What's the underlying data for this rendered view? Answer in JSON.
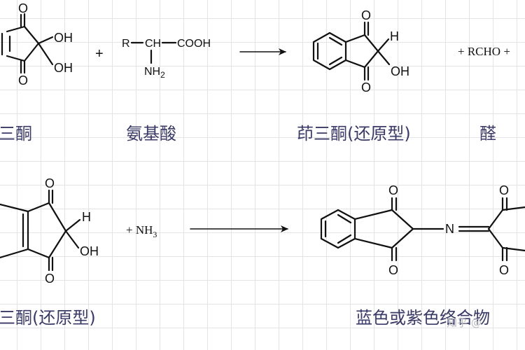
{
  "labels": {
    "top_reactant1": "三酮",
    "top_reactant2": "氨基酸",
    "top_product1": "茚三酮(还原型)",
    "top_product2": "醛",
    "bottom_reactant1": "三酮(还原型)",
    "bottom_product": "蓝色或紫色络合物"
  },
  "top_reaction": {
    "ninhydrin_oh1": "OH",
    "ninhydrin_oh2": "OH",
    "ninhydrin_o1": "O",
    "ninhydrin_o2": "O",
    "plus1": "+",
    "aa_r": "R",
    "aa_ch": "CH",
    "aa_cooh": "COOH",
    "aa_nh": "NH",
    "aa_nh_sub": "2",
    "reduced_o1": "O",
    "reduced_o2": "O",
    "reduced_h": "H",
    "reduced_oh": "OH",
    "byproducts": "+ RCHO +"
  },
  "bottom_reaction": {
    "reduced_o1": "O",
    "reduced_o2": "O",
    "reduced_h": "H",
    "reduced_oh": "OH",
    "plus_nh": "+ NH",
    "nh_sub": "3",
    "product_o1": "O",
    "product_o2": "O",
    "product_n": "N",
    "product_o3": "O",
    "product_o4": "O"
  },
  "watermark": "知乎 @"
}
